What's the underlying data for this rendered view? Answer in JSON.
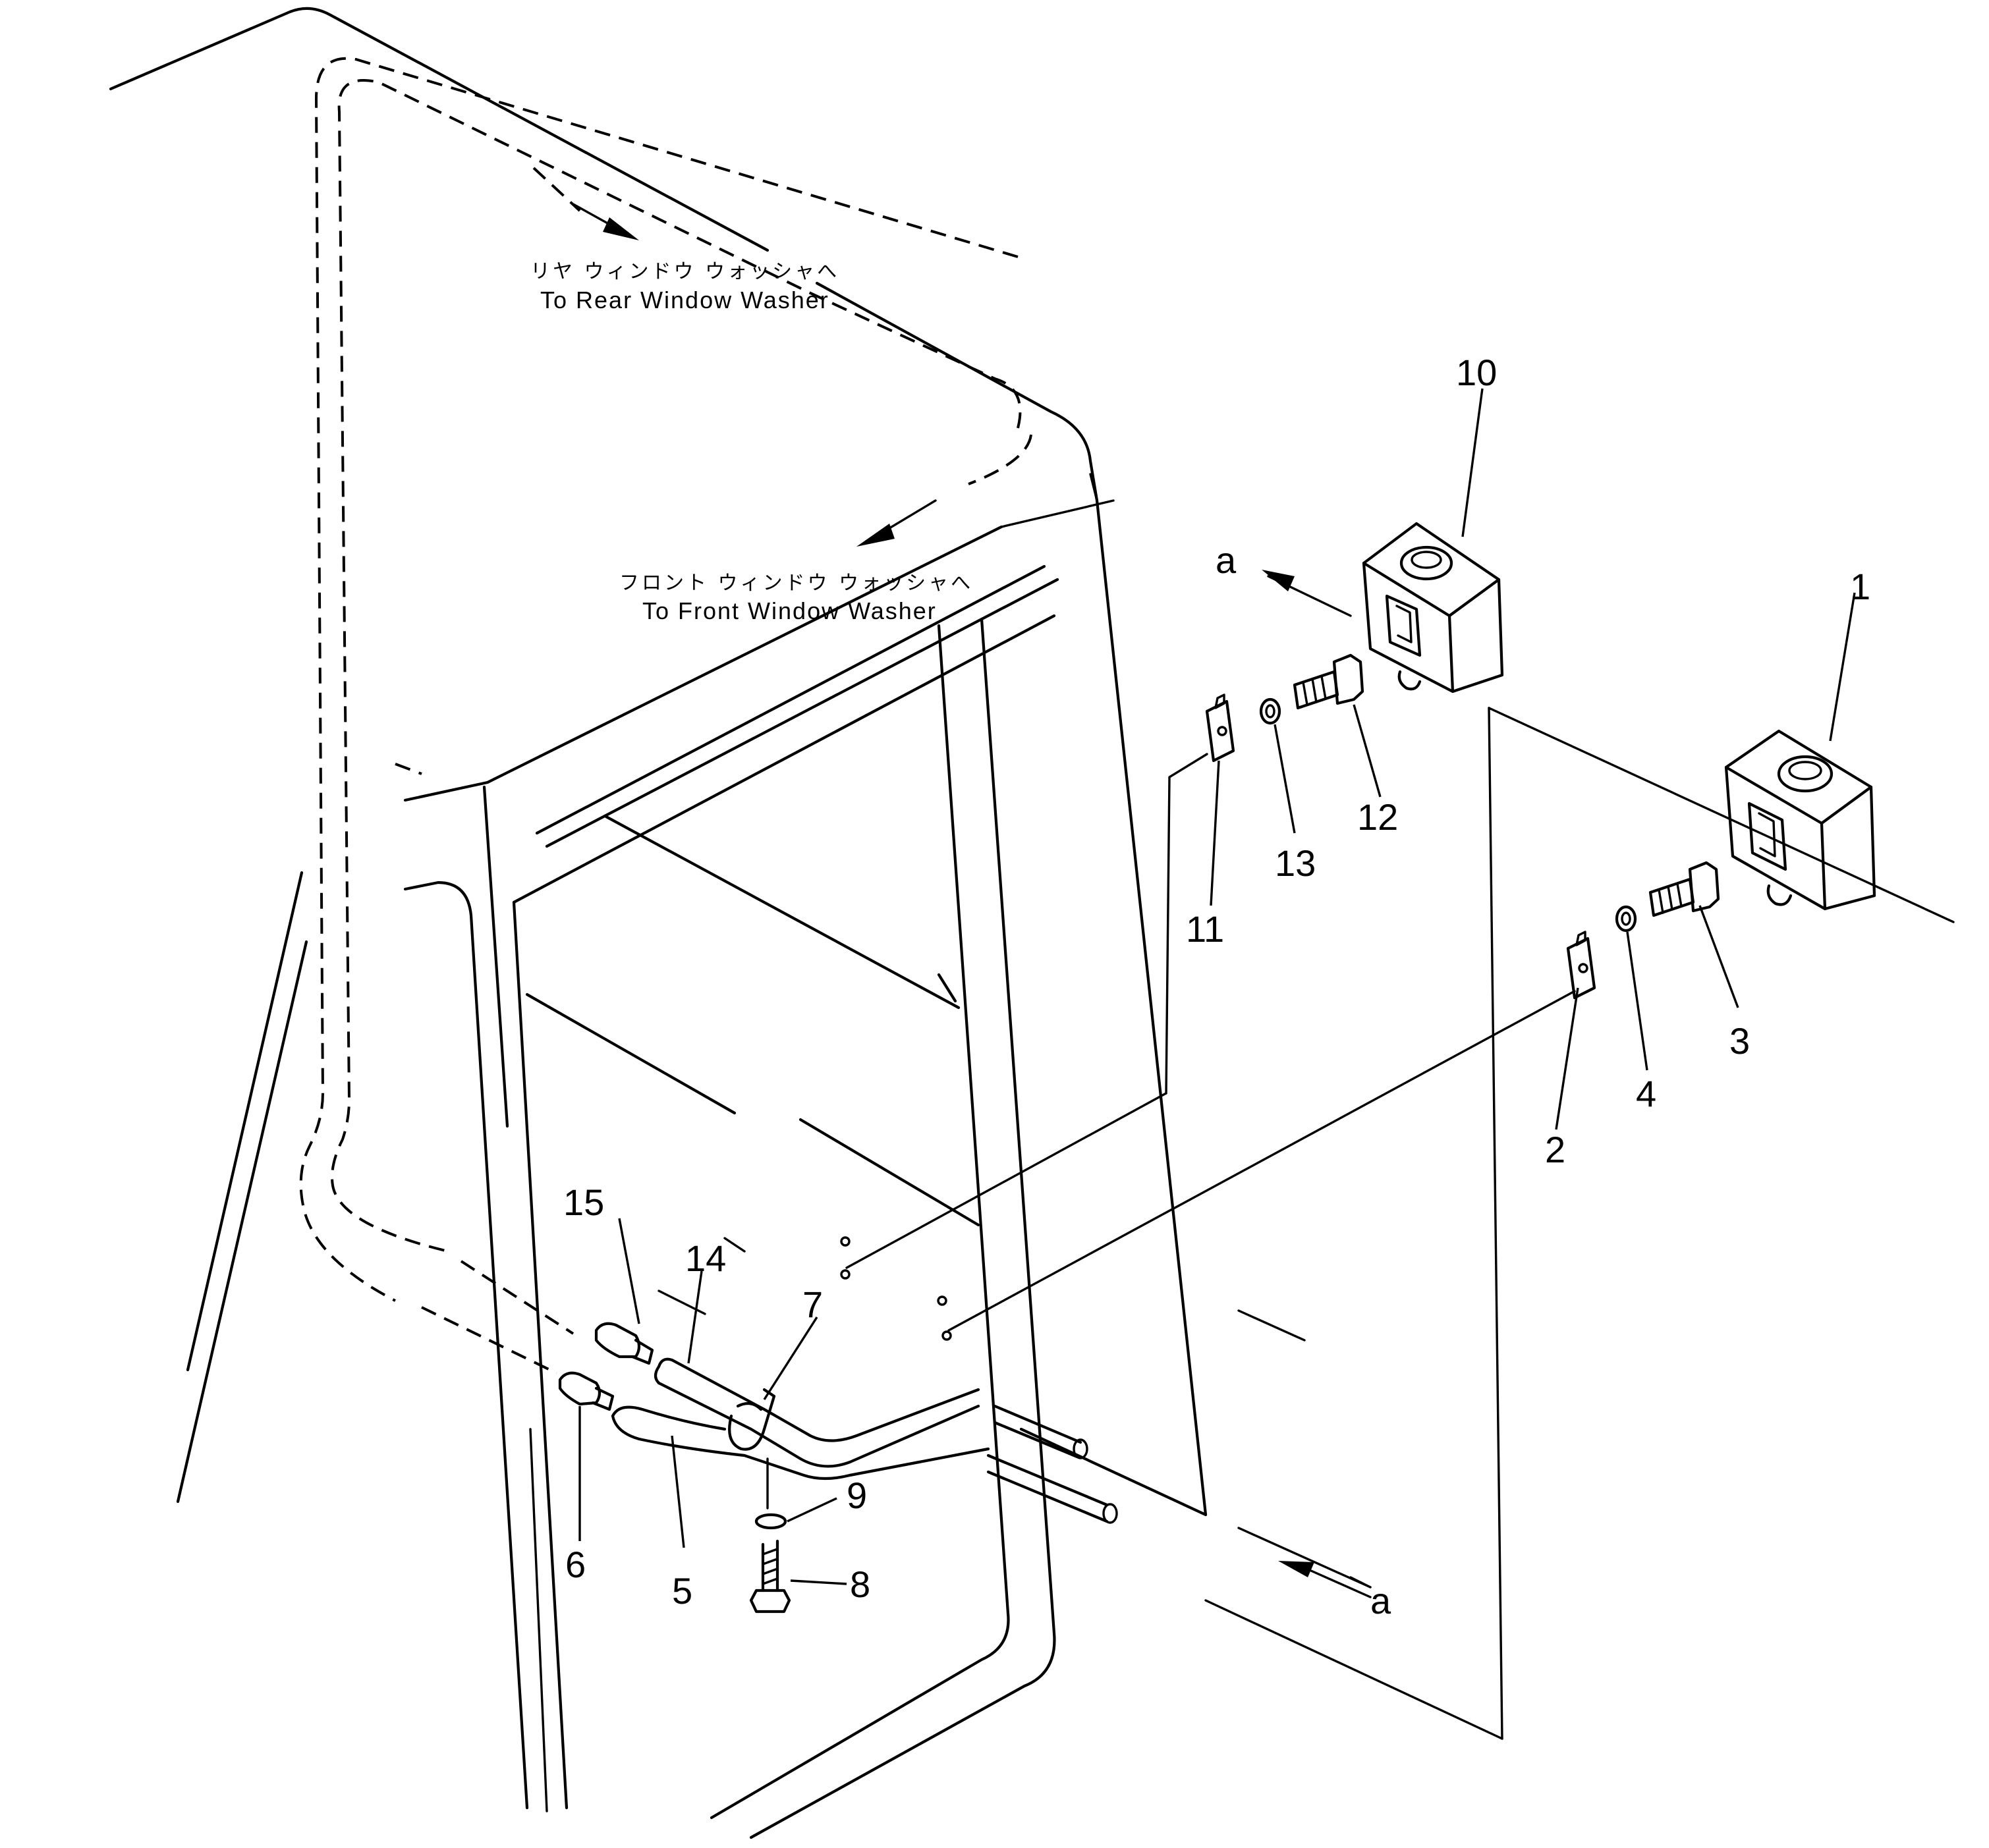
{
  "annotations": {
    "rear_washer_jp": "リヤ ウィンドウ ウォッシャへ",
    "rear_washer_en": "To Rear Window Washer",
    "front_washer_jp": "フロント ウィンドウ ウォッシャへ",
    "front_washer_en": "To Front Window Washer",
    "view_ref": "a"
  },
  "callouts": [
    "1",
    "2",
    "3",
    "4",
    "5",
    "6",
    "7",
    "8",
    "9",
    "10",
    "11",
    "12",
    "13",
    "14",
    "15"
  ]
}
